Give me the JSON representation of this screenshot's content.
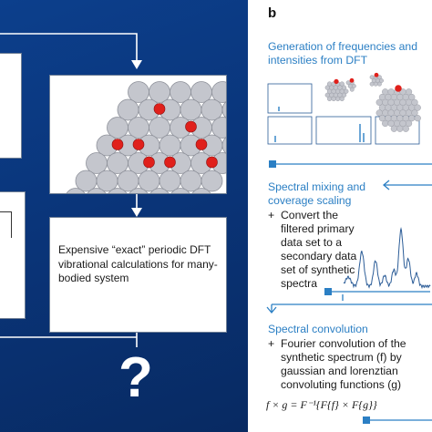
{
  "panel_label": "b",
  "left_panel": {
    "box_text": "Expensive “exact” periodic DFT vibrational calculations for many-bodied system",
    "question_mark": "?"
  },
  "right_panel": {
    "section1": {
      "title": "Generation of frequencies and intensities from DFT"
    },
    "section2": {
      "title": "Spectral mixing and coverage scaling",
      "bullet": "+",
      "text": "Convert the filtered primary data set to a secondary data set of synthetic spectra"
    },
    "section3": {
      "title": "Spectral convolution",
      "bullet": "+",
      "text": "Fourier convolution of the synthetic spectrum (f) by gaussian and lorenztian convoluting functions (g)"
    },
    "formula": "f × g = F⁻¹{F{f} × F{g}}"
  },
  "colors": {
    "navy": "#0a357a",
    "accent_blue": "#2b7fc4",
    "atom_gray": "#c4c6cd",
    "adsorbate_red": "#e0201b"
  }
}
